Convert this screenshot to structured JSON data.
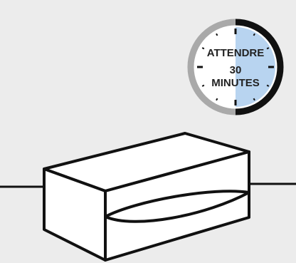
{
  "timer": {
    "line1": "ATTENDRE",
    "line2": "30",
    "line3": "MINUTES",
    "elapsed_fraction": 0.5,
    "colors": {
      "dial_face": "#ffffff",
      "elapsed_fill": "#b8d4f0",
      "ring_gray": "#a9a9a9",
      "ring_black": "#111111",
      "text": "#222222"
    }
  },
  "scene": {
    "colors": {
      "background": "#ececec",
      "box_fill": "#ffffff",
      "outline": "#111111"
    }
  }
}
